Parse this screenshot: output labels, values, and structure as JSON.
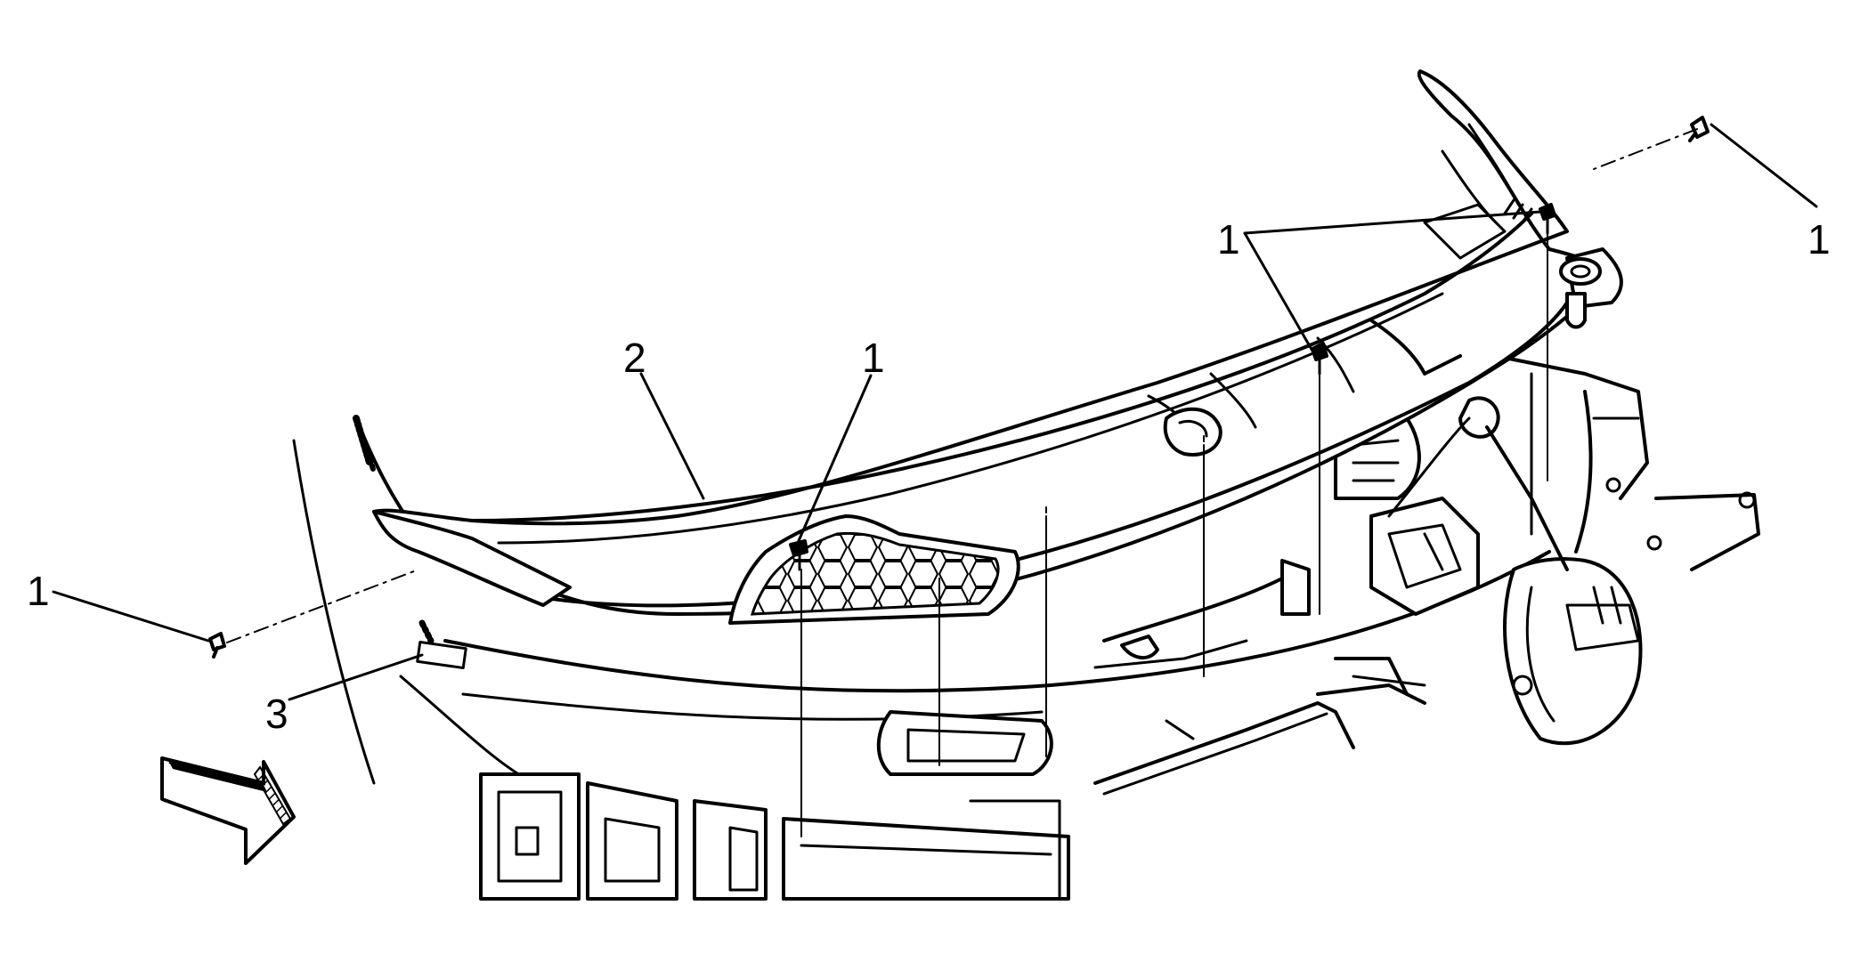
{
  "callouts": {
    "c1_top_right": "1",
    "c1_upper_pair": "1",
    "c1_center": "1",
    "c1_left": "1",
    "c2": "2",
    "c3": "3"
  },
  "colors": {
    "line": "#000000",
    "background": "#ffffff"
  }
}
